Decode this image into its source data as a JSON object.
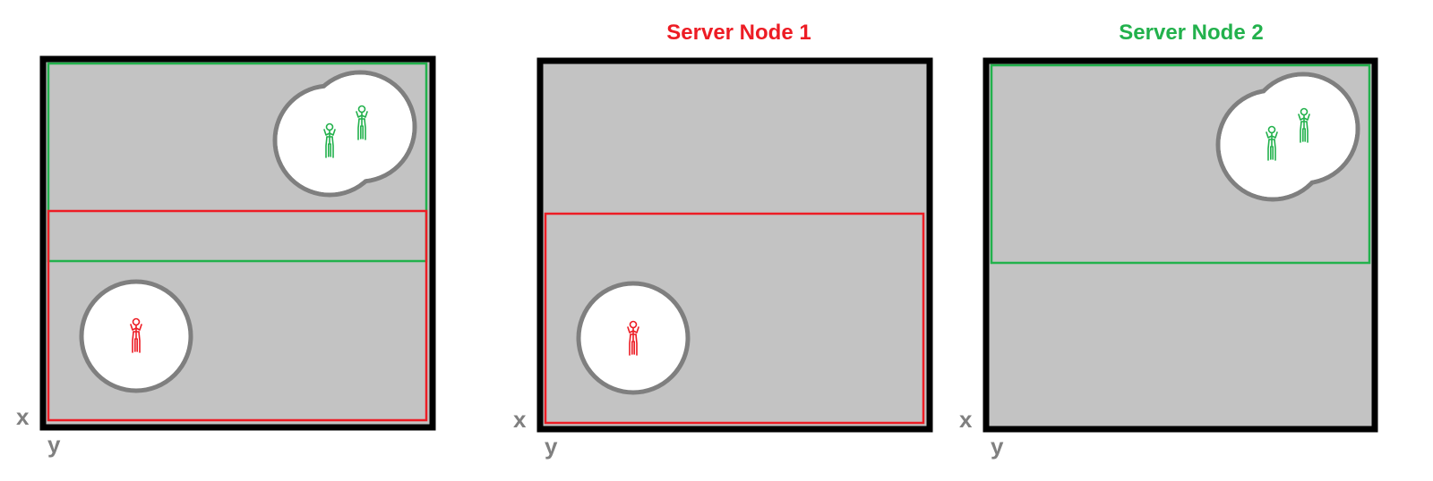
{
  "colors": {
    "node1": "#ed1c24",
    "node2": "#22b14c",
    "world_fill": "#c3c3c3",
    "world_border": "#000000",
    "aoi_border": "#7f7f7f",
    "axis_label": "#808080"
  },
  "panels": [
    {
      "title": "",
      "x_label": "x",
      "y_label": "y",
      "zones": [
        "node2",
        "node1"
      ]
    },
    {
      "title": "Server Node 1",
      "x_label": "x",
      "y_label": "y",
      "zones": [
        "node1"
      ]
    },
    {
      "title": "Server Node 2",
      "x_label": "x",
      "y_label": "y",
      "zones": [
        "node2"
      ]
    }
  ],
  "icons": {
    "person": "person-icon"
  }
}
